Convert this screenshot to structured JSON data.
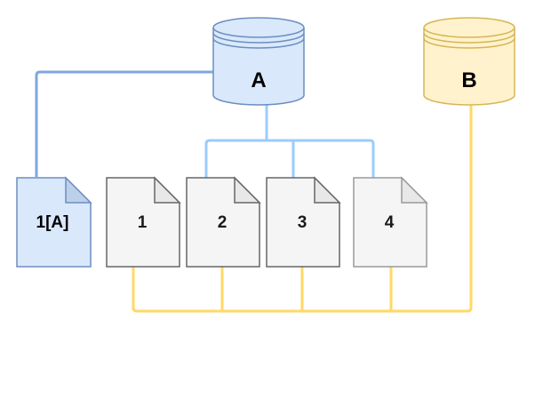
{
  "diagram": {
    "background": "#ffffff",
    "nodes": {
      "cylinder_a": {
        "label": "A",
        "shape": "database-cylinder",
        "fill": "#dae8fc",
        "stroke": "#6c8ebf",
        "text_color": "#000000"
      },
      "cylinder_b": {
        "label": "B",
        "shape": "database-cylinder",
        "fill": "#fff2cc",
        "stroke": "#d6b656",
        "text_color": "#000000"
      },
      "doc_1a": {
        "label": "1[A]",
        "shape": "document",
        "fill": "#dae8fc",
        "fold_fill": "#bdd0ea",
        "stroke": "#6c8ebf",
        "text_color": "#000000"
      },
      "doc_1": {
        "label": "1",
        "shape": "document",
        "fill": "#f5f5f5",
        "fold_fill": "#e8e8e8",
        "stroke": "#666666",
        "text_color": "#1a1a1a"
      },
      "doc_2": {
        "label": "2",
        "shape": "document",
        "fill": "#f5f5f5",
        "fold_fill": "#e8e8e8",
        "stroke": "#666666",
        "text_color": "#1a1a1a"
      },
      "doc_3": {
        "label": "3",
        "shape": "document",
        "fill": "#f5f5f5",
        "fold_fill": "#e8e8e8",
        "stroke": "#666666",
        "text_color": "#1a1a1a"
      },
      "doc_4": {
        "label": "4",
        "shape": "document",
        "fill": "#f5f5f5",
        "fold_fill": "#e8e8e8",
        "stroke": "#999999",
        "text_color": "#1a1a1a"
      }
    },
    "connectors": {
      "a_to_doc1a": {
        "color": "#7ea6e0",
        "from": "A",
        "to": [
          "1[A]"
        ]
      },
      "a_to_docs": {
        "color": "#99ccff",
        "from": "A",
        "to": [
          "2",
          "3",
          "4"
        ]
      },
      "b_to_docs": {
        "color": "#ffd966",
        "from": "B",
        "to": [
          "1",
          "2",
          "3",
          "4"
        ]
      }
    }
  }
}
